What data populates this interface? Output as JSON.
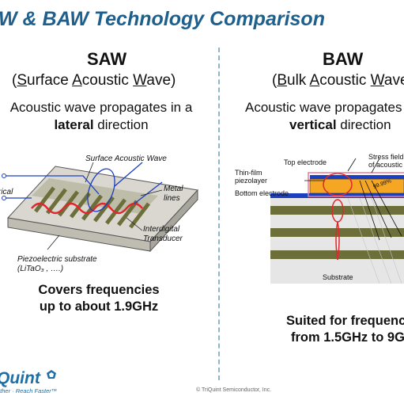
{
  "title": "W & BAW Technology Comparison",
  "saw": {
    "heading": "SAW",
    "subtitle_parts": [
      "(",
      "S",
      "urface ",
      "A",
      "coustic ",
      "W",
      "ave)"
    ],
    "desc_line1": "Acoustic wave propagates in a",
    "desc_bold": "lateral",
    "desc_rest": " direction",
    "labels": {
      "surface_wave": "Surface Acoustic Wave",
      "metal": "Metal",
      "lines": "lines",
      "idt1": "Interdigital",
      "idt2": "Transducer",
      "electrical": "rical",
      "substrate1": "Piezoelectric substrate",
      "substrate2": "(LiTaO₃ , ….)"
    },
    "freq_line1": "Covers frequencies",
    "freq_line2": "up to about 1.9GHz"
  },
  "baw": {
    "heading": "BAW",
    "subtitle_parts": [
      "(",
      "B",
      "ulk ",
      "A",
      "coustic ",
      "W",
      "ave"
    ],
    "desc_line1": "Acoustic wave propagates",
    "desc_bold": "vertical",
    "desc_rest": " direction",
    "labels": {
      "top_electrode": "Top electrode",
      "stress1": "Stress field",
      "stress2": "of acoustic",
      "thin1": "Thin-film",
      "thin2": "piezolayer",
      "bottom_electrode": "Bottom electrode",
      "substrate": "Substrate",
      "percent": "99.99%"
    },
    "freq_line1": "Suited for frequenc",
    "freq_line2": "from 1.5GHz to 9G"
  },
  "footer": {
    "logo": "Quint",
    "slogan": "ether · Reach Faster™",
    "copyright": "© TriQuint Semiconductor, Inc."
  },
  "colors": {
    "title": "#1d5f8d",
    "electrode": "#1a3fbf",
    "piezo": "#f5a623",
    "stripe": "#6d6f3a",
    "wave": "#e0282c"
  }
}
